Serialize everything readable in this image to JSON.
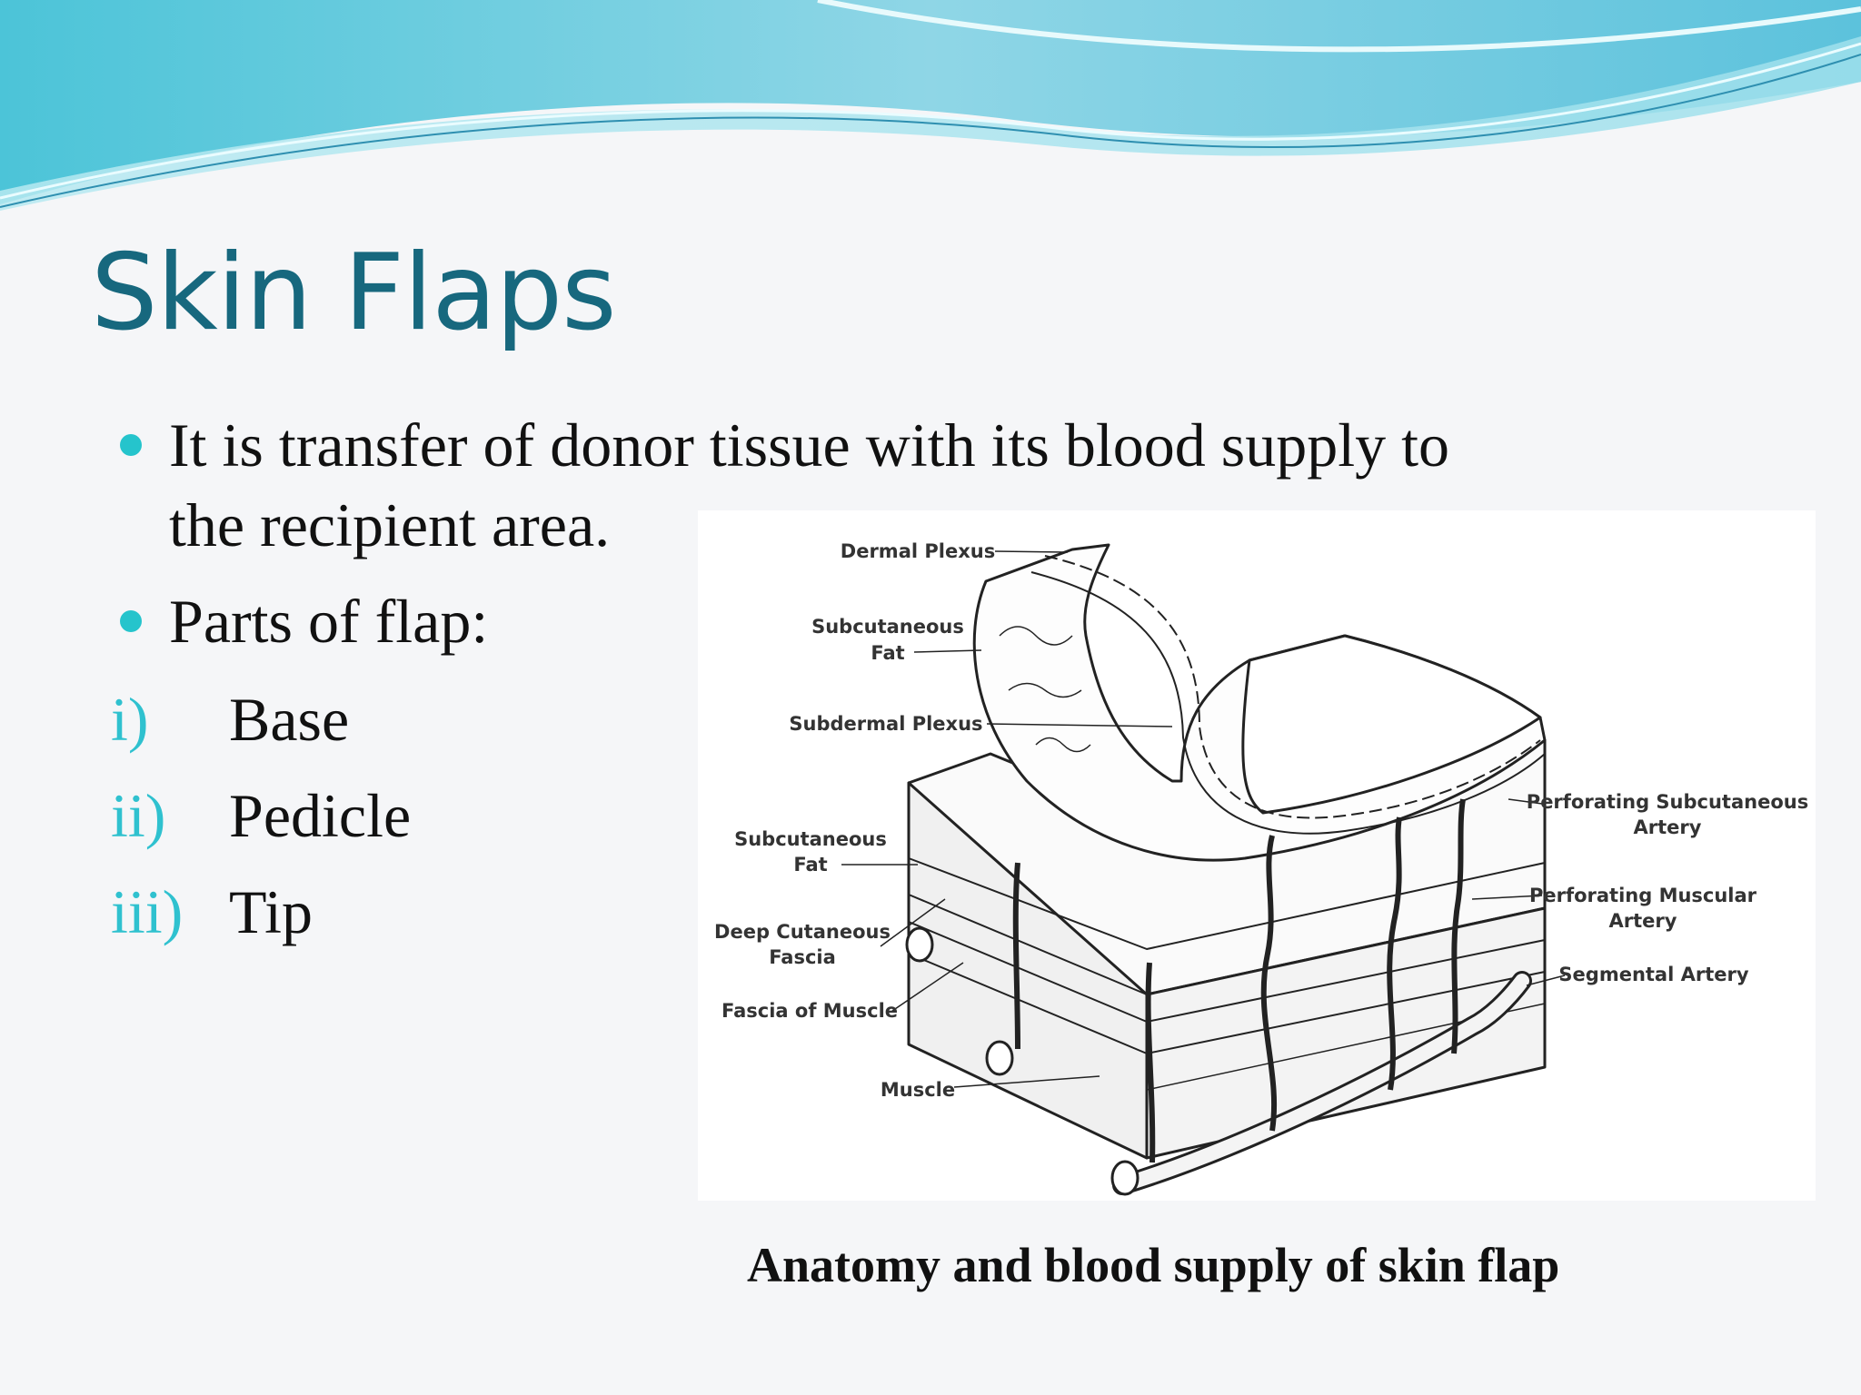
{
  "slide": {
    "title": "Skin Flaps",
    "bullets": [
      {
        "lines": [
          "It is transfer of donor tissue with its blood supply to",
          "the recipient area."
        ]
      },
      {
        "lines": [
          "Parts of flap:"
        ]
      }
    ],
    "numbered_items": [
      {
        "marker": "i)",
        "text": "Base"
      },
      {
        "marker": "ii)",
        "text": "Pedicle"
      },
      {
        "marker": "iii)",
        "text": "Tip"
      }
    ],
    "figure": {
      "caption": "Anatomy and blood supply of skin flap",
      "labels": {
        "dermal_plexus": "Dermal Plexus",
        "subcutaneous_fat_top_1": "Subcutaneous",
        "subcutaneous_fat_top_2": "Fat",
        "subdermal_plexus": "Subdermal Plexus",
        "subcutaneous_fat_1": "Subcutaneous",
        "subcutaneous_fat_2": "Fat",
        "deep_cutaneous_fascia_1": "Deep Cutaneous",
        "deep_cutaneous_fascia_2": "Fascia",
        "fascia_of_muscle": "Fascia of Muscle",
        "muscle": "Muscle",
        "perforating_subcutaneous_artery_1": "Perforating Subcutaneous",
        "perforating_subcutaneous_artery_2": "Artery",
        "perforating_muscular_artery_1": "Perforating Muscular",
        "perforating_muscular_artery_2": "Artery",
        "segmental_artery": "Segmental Artery"
      }
    }
  },
  "colors": {
    "title": "#17687e",
    "bullet": "#25c4cc",
    "numeral": "#2fc1cf",
    "wave_light": "#bfeff4",
    "wave_mid": "#6fd3e0",
    "wave_dark": "#3aa9c9"
  }
}
